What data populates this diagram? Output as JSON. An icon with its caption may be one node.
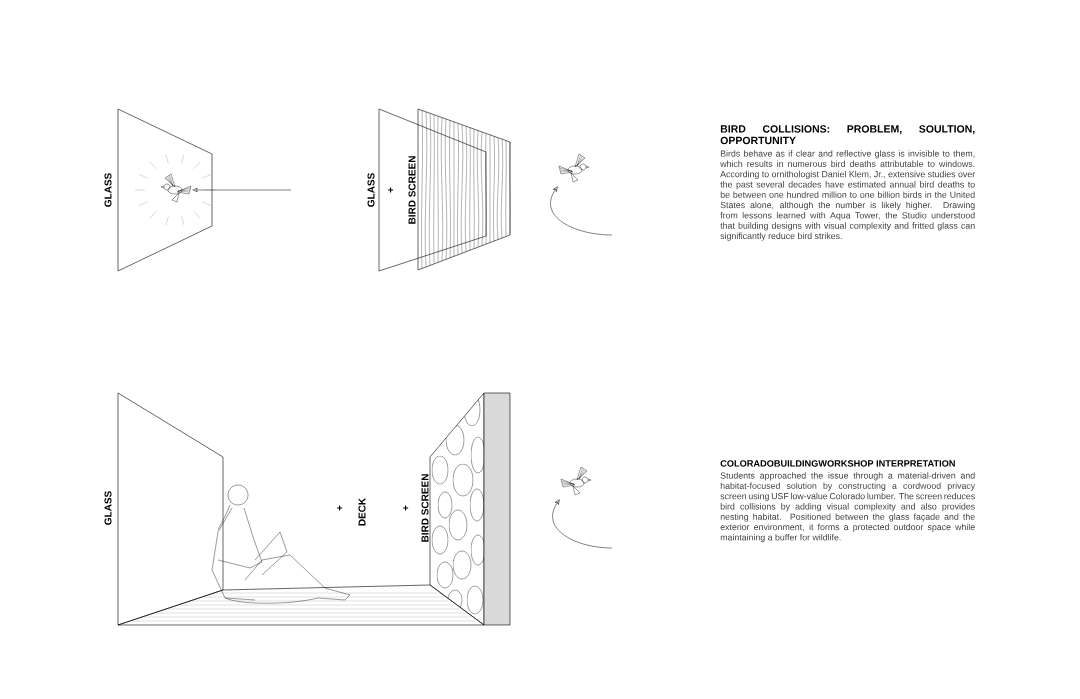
{
  "diagram": {
    "nodes": [
      {
        "text": [],
        "shape": "picture"
      },
      {
        "text": [],
        "shape": "picture"
      },
      {
        "text": [],
        "shape": "picture"
      }
    ],
    "edges": [
      {
        "from": null,
        "to": 0,
        "arrow": "to"
      },
      {
        "from": null,
        "to": 1,
        "arrow": "to"
      },
      {
        "from": null,
        "to": 2,
        "arrow": "to"
      }
    ],
    "labels": [
      "GLASS",
      "GLASS",
      "+",
      "BIRD SCREEN",
      "BIRD COLLISIONS: PROBLEM, SOULTION, OPPORTUNITY",
      "Birds behave as if clear and reflective glass is invisible to them, which results in numerous bird deaths attributable to windows. According to ornithologist Daniel Klem, Jr., extensive studies over the past several decades have estimated annual bird deaths to be between one hundred million to one billion birds in the United States alone, although the number is likely higher. Drawing from lessons learned with Aqua Tower, the Studio understood that building designs with visual complexity and fritted glass can significantly reduce bird strikes.",
      "GLASS",
      "+",
      "DECK",
      "+",
      "BIRD SCREEN",
      "**COLORADO**BUILDING**WORKSHOP INTERPRETATION**",
      "Students approached the issue through a material-driven and habitat-focused solution by constructing a cordwood privacy screen using USF low-value Colorado lumber. The screen reduces bird collisions by adding visual complexity and also provides nesting habitat. Positioned between the glass façade and the exterior environment, it forms a protected outdoor space while maintaining a buffer for wildlife."
    ]
  }
}
